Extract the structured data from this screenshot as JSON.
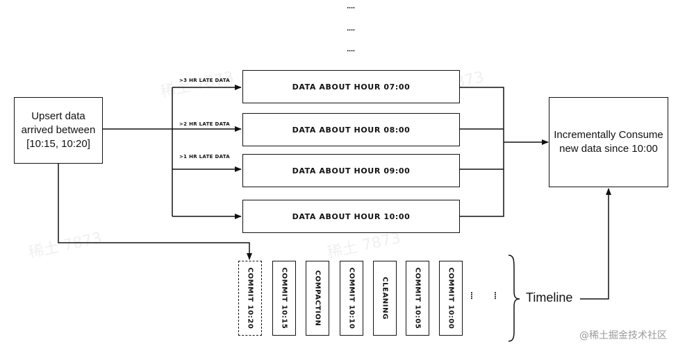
{
  "top_dots": [
    "....",
    "....",
    "...."
  ],
  "source_box": {
    "lines": [
      "Upsert data",
      "arrived between",
      "[10:15, 10:20]"
    ]
  },
  "late_labels": [
    ">3 HR LATE DATA",
    ">2 HR LATE DATA",
    ">1 HR LATE DATA"
  ],
  "hour_boxes": [
    "DATA ABOUT HOUR 07:00",
    "DATA ABOUT HOUR 08:00",
    "DATA ABOUT HOUR 09:00",
    "DATA ABOUT HOUR 10:00"
  ],
  "consumer_box": {
    "lines": [
      "Incrementally Consume",
      "new data since 10:00"
    ]
  },
  "timeline": {
    "items": [
      "COMMIT 10:20",
      "COMMIT 10:15",
      "COMPACTION",
      "COMMIT 10:10",
      "CLEANING",
      "COMMIT 10:05",
      "COMMIT 10:00"
    ],
    "trailing_dots": [
      "....",
      "...."
    ],
    "label": "Timeline"
  },
  "watermark": {
    "credit": "@稀土掘金技术社区",
    "ghost": [
      "稀土 7873",
      "稀土 7873",
      "稀土 7873",
      "稀土 7873"
    ]
  }
}
